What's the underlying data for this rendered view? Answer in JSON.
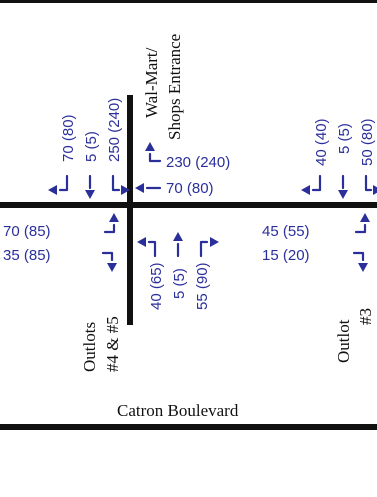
{
  "labels": {
    "walmart_line1": "Wal-Mart/",
    "walmart_line2": "Shops Entrance",
    "outlots45_line1": "Outlots",
    "outlots45_line2": "#4 & #5",
    "outlot3_line1": "Outlot",
    "outlot3_line2": "#3",
    "catron": "Catron Boulevard"
  },
  "volumes": {
    "west_sb_right": "70 (80)",
    "west_sb_thru": "5 (5)",
    "west_sb_left": "250 (240)",
    "west_wb_right": "230 (240)",
    "west_wb_thru": "70 (80)",
    "west_eb_left": "70 (85)",
    "west_eb_right": "35 (85)",
    "west_nb_left": "40 (65)",
    "west_nb_thru": "5 (5)",
    "west_nb_right": "55 (90)",
    "east_sb_right": "40 (40)",
    "east_sb_thru": "5 (5)",
    "east_sb_left": "50 (80)",
    "east_eb_left": "45 (55)",
    "east_eb_right": "15 (20)"
  },
  "colors": {
    "road": "#111111",
    "movement": "#2b2f9a",
    "text": "#111111"
  }
}
